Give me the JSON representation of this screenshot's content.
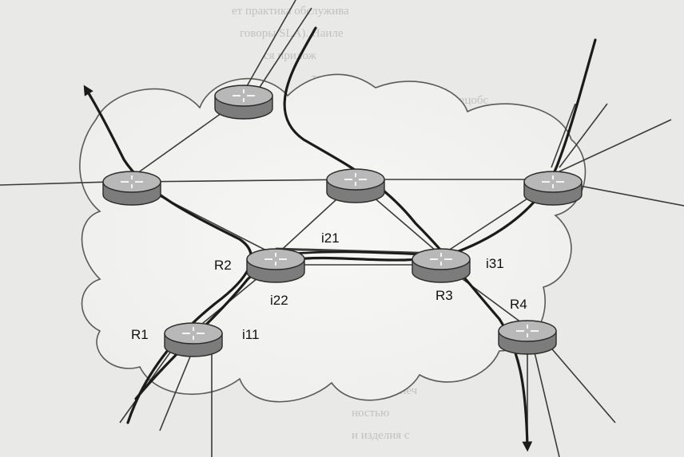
{
  "diagram": {
    "nodes": [
      {
        "id": "top",
        "label": ""
      },
      {
        "id": "R1-upper",
        "label": ""
      },
      {
        "id": "center",
        "label": ""
      },
      {
        "id": "right",
        "label": ""
      },
      {
        "id": "R2",
        "label": "R2"
      },
      {
        "id": "R3",
        "label": "R3"
      },
      {
        "id": "R1",
        "label": "R1"
      },
      {
        "id": "R4",
        "label": "R4"
      }
    ],
    "interfaces": [
      {
        "id": "i21",
        "label": "i21"
      },
      {
        "id": "i22",
        "label": "i22"
      },
      {
        "id": "i31",
        "label": "i31"
      },
      {
        "id": "i11",
        "label": "i11"
      }
    ]
  }
}
